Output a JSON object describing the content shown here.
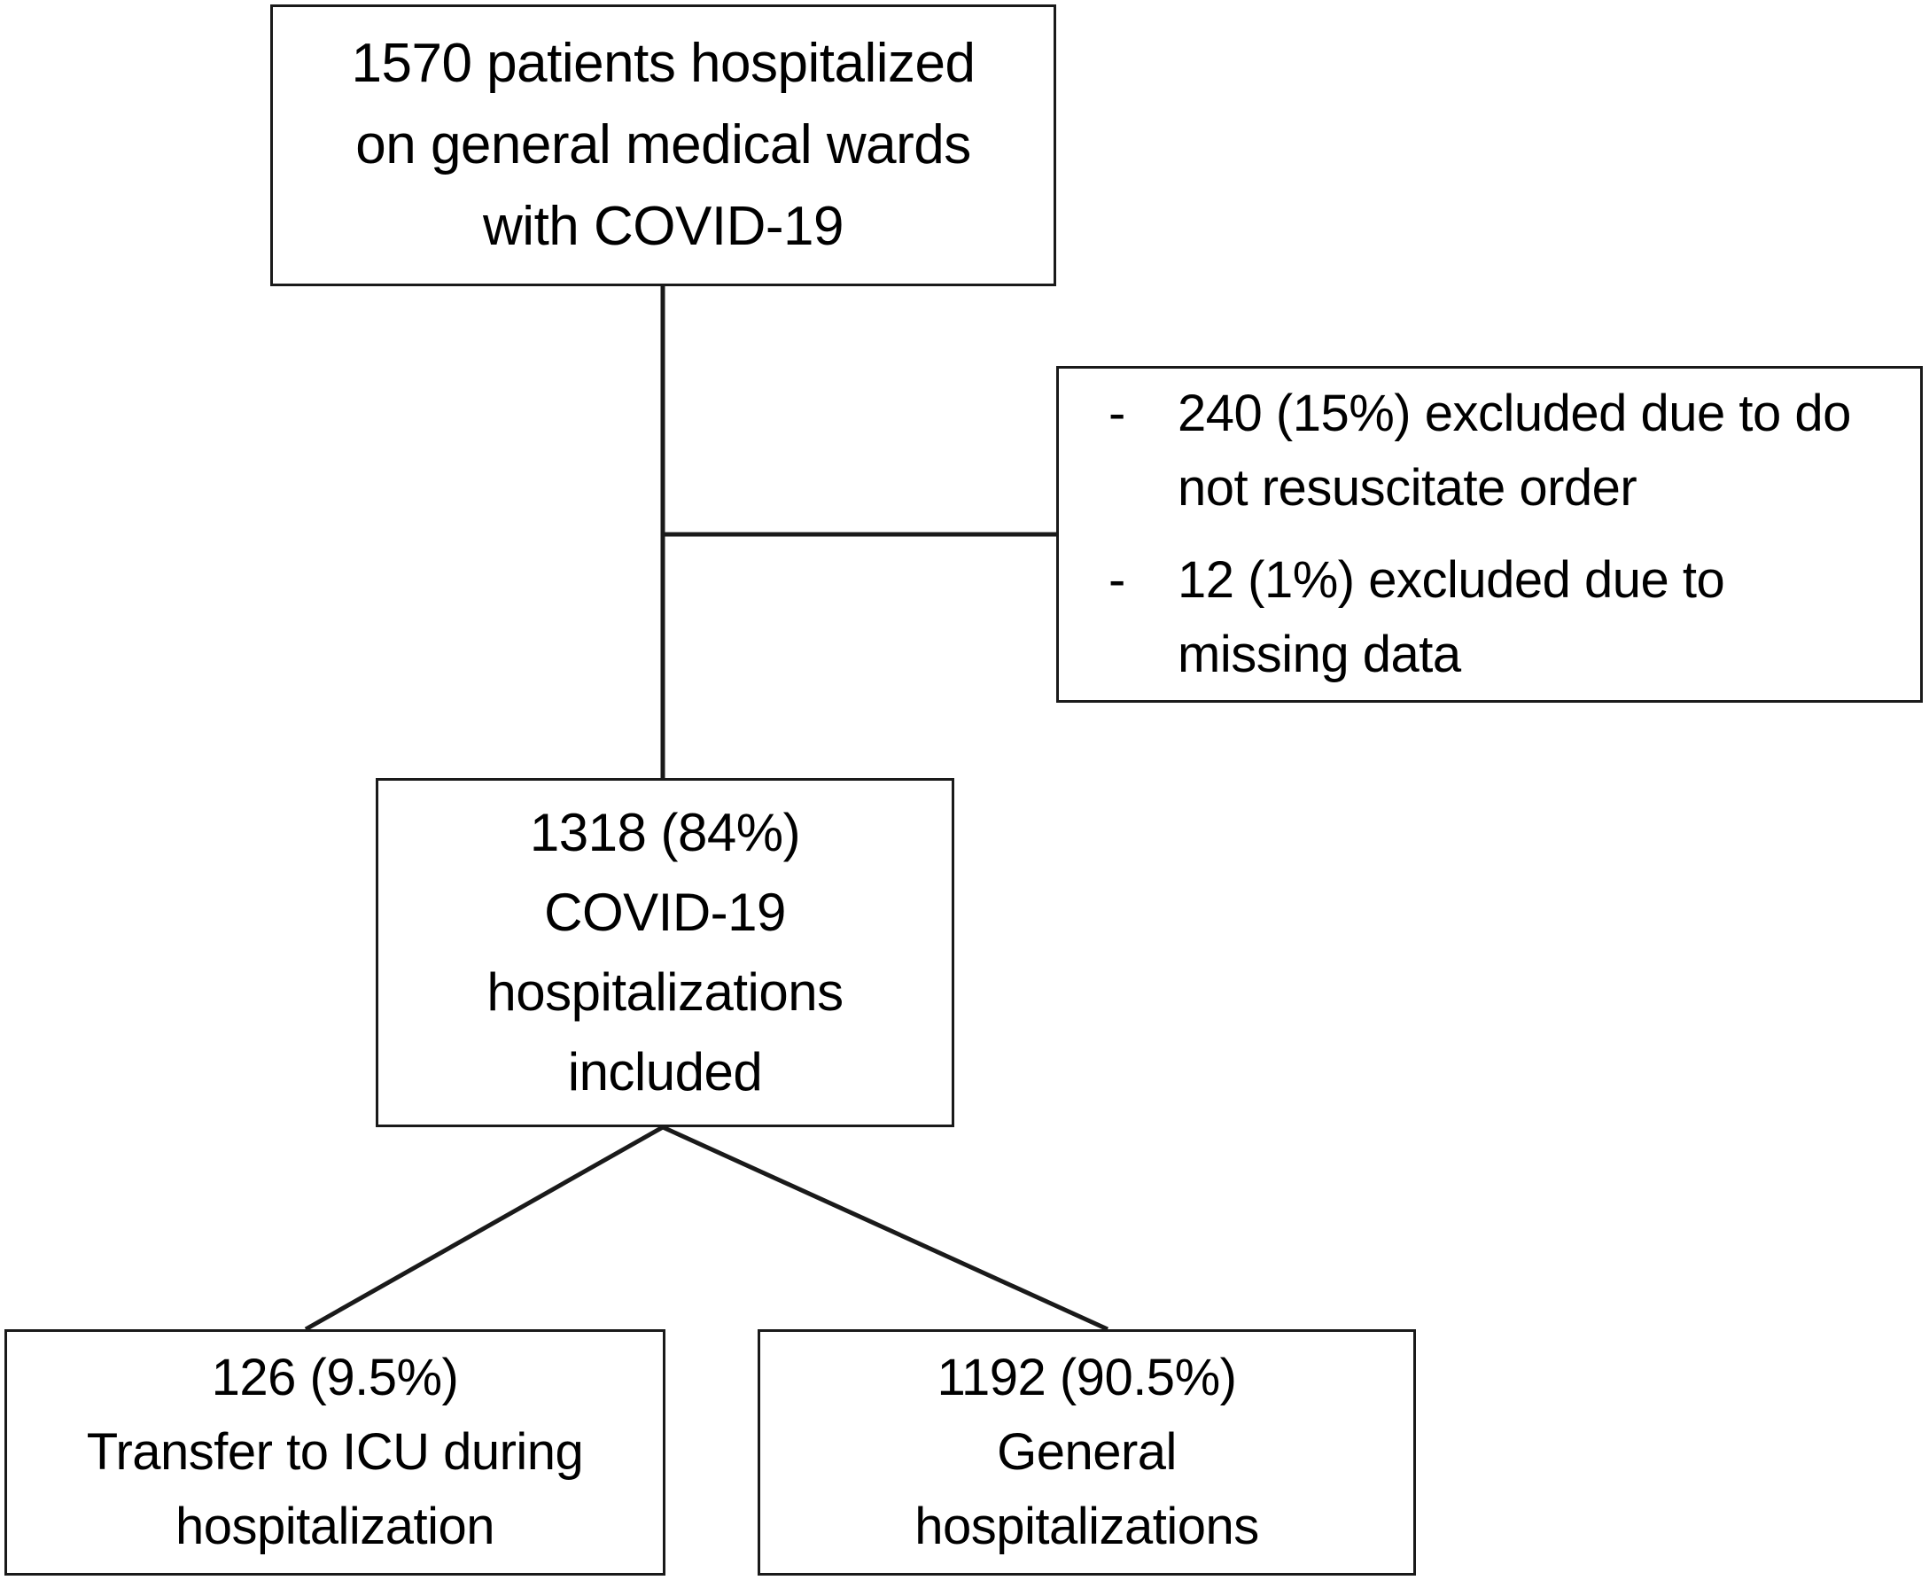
{
  "figure": {
    "type": "flowchart",
    "title": "COVID-19 hospitalization cohort selection flow diagram",
    "background_color": "#ffffff",
    "line_color": "#1a1a1a",
    "text_color": "#000000"
  },
  "nodes": {
    "source": {
      "name": "source-population",
      "lines": [
        "1570 patients hospitalized",
        "on general medical wards",
        "with COVID-19"
      ],
      "count": 1570
    },
    "exclusions": {
      "name": "exclusion-criteria",
      "bullet_marker": "-",
      "items": [
        {
          "marker": "-",
          "text": "240 (15%) excluded due to do not resuscitate order",
          "count": 240,
          "percent": "15%"
        },
        {
          "marker": "-",
          "text": "12 (1%) excluded due to missing data",
          "count": 12,
          "percent": "1%"
        }
      ]
    },
    "included": {
      "name": "included-cohort",
      "lines": [
        "1318 (84%)",
        "COVID-19",
        "hospitalizations",
        "included"
      ],
      "count": 1318,
      "percent": "84%"
    },
    "icu": {
      "name": "icu-transfer-group",
      "lines": [
        "126 (9.5%)",
        "Transfer to ICU during",
        "hospitalization"
      ],
      "count": 126,
      "percent": "9.5%"
    },
    "general": {
      "name": "general-hospitalization-group",
      "lines": [
        "1192 (90.5%)",
        "General",
        "hospitalizations"
      ],
      "count": 1192,
      "percent": "90.5%"
    }
  },
  "chart_data": {
    "type": "flowchart",
    "title": "COVID-19 hospitalization cohort selection",
    "nodes": [
      {
        "id": "source",
        "label": "1570 patients hospitalized on general medical wards with COVID-19",
        "value": 1570
      },
      {
        "id": "excluded_dnr",
        "label": "240 (15%) excluded due to do not resuscitate order",
        "value": 240,
        "percent": 15
      },
      {
        "id": "excluded_missing",
        "label": "12 (1%) excluded due to missing data",
        "value": 12,
        "percent": 1
      },
      {
        "id": "included",
        "label": "1318 (84%) COVID-19 hospitalizations included",
        "value": 1318,
        "percent": 84
      },
      {
        "id": "icu",
        "label": "126 (9.5%) Transfer to ICU during hospitalization",
        "value": 126,
        "percent": 9.5
      },
      {
        "id": "general",
        "label": "1192 (90.5%) General hospitalizations",
        "value": 1192,
        "percent": 90.5
      }
    ],
    "edges": [
      {
        "from": "source",
        "to": "included"
      },
      {
        "from": "source",
        "to": "exclusions"
      },
      {
        "from": "included",
        "to": "icu"
      },
      {
        "from": "included",
        "to": "general"
      }
    ]
  }
}
